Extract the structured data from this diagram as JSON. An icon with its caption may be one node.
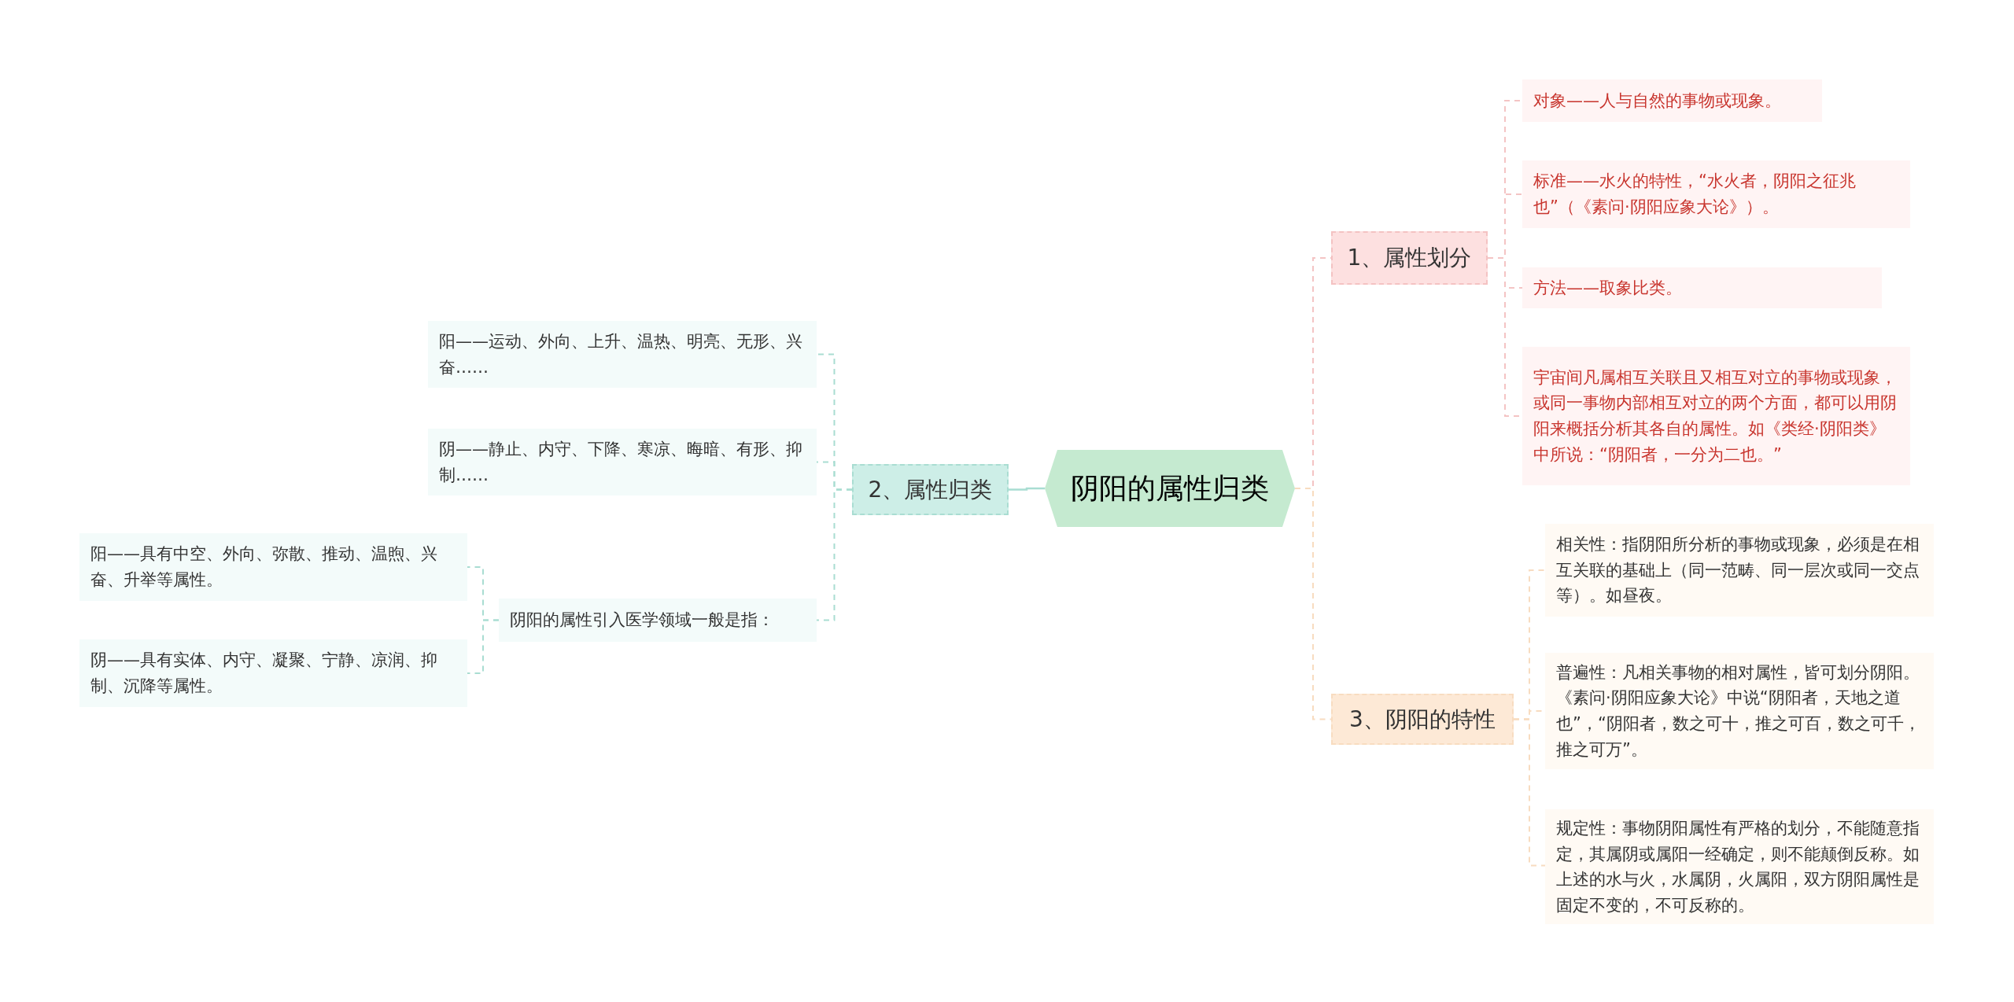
{
  "diagram": {
    "nodes": [
      {
        "text": [
          "阴阳的属性归类"
        ]
      },
      {
        "text": [
          "1、属性划分"
        ]
      },
      {
        "text": [
          "对象——人与自然的事物或现象。"
        ]
      },
      {
        "text": [
          "标准——水火的特性，“水火者，阴阳之征兆也”（《素问·阴阳应象大论》）。"
        ]
      },
      {
        "text": [
          "方法——取象比类。"
        ]
      },
      {
        "text": [
          "宇宙间凡属相互关联且又相互对立的事物或现象，或同一事物内部相互对立的两个方面，都可以用阴阳来概括分析其各自的属性。如《类经·阴阳类》中所说：“阴阳者，一分为二也。”"
        ]
      },
      {
        "text": [
          "2、属性归类"
        ]
      },
      {
        "text": [
          "阳——运动、外向、上升、温热、明亮、无形、兴奋……"
        ]
      },
      {
        "text": [
          "阴——静止、内守、下降、寒凉、晦暗、有形、抑制……"
        ]
      },
      {
        "text": [
          "阴阳的属性引入医学领域一般是指："
        ]
      },
      {
        "text": [
          "阳——具有中空、外向、弥散、推动、温煦、兴奋、升举等属性。"
        ]
      },
      {
        "text": [
          "阴——具有实体、内守、凝聚、宁静、凉润、抑制、沉降等属性。"
        ]
      },
      {
        "text": [
          "3、阴阳的特性"
        ]
      },
      {
        "text": [
          "相关性：指阴阳所分析的事物或现象，必须是在相互关联的基础上（同一范畴、同一层次或同一交点等）。如昼夜。"
        ]
      },
      {
        "text": [
          "普遍性：凡相关事物的相对属性，皆可划分阴阳。《素问·阴阳应象大论》中说“阴阳者，天地之道也”，“阴阳者，数之可十，推之可百，数之可千，推之可万”。"
        ]
      },
      {
        "text": [
          "规定性：事物阴阳属性有严格的划分，不能随意指定，其属阴或属阳一经确定，则不能颠倒反称。如上述的水与火，水属阴，火属阳，双方阴阳属性是固定不变的，不可反称的。"
        ]
      }
    ],
    "edges": [
      {
        "from": 0,
        "to": 1,
        "arrow": "none",
        "style": "dashed",
        "color": "#f4c4c4"
      },
      {
        "from": 1,
        "to": 2,
        "arrow": "none",
        "style": "dashed",
        "color": "#f4c4c4"
      },
      {
        "from": 1,
        "to": 3,
        "arrow": "none",
        "style": "dashed",
        "color": "#f4c4c4"
      },
      {
        "from": 1,
        "to": 4,
        "arrow": "none",
        "style": "dashed",
        "color": "#f4c4c4"
      },
      {
        "from": 1,
        "to": 5,
        "arrow": "none",
        "style": "dashed",
        "color": "#f4c4c4"
      },
      {
        "from": 0,
        "to": 6,
        "arrow": "none"
      },
      {
        "from": 6,
        "to": 7,
        "arrow": "none",
        "style": "dashed"
      },
      {
        "from": 6,
        "to": 8,
        "arrow": "none",
        "style": "dashed"
      },
      {
        "from": 6,
        "to": 9,
        "arrow": "none",
        "style": "dashed"
      },
      {
        "from": 9,
        "to": 10,
        "arrow": "none",
        "style": "dashed"
      },
      {
        "from": 9,
        "to": 11,
        "arrow": "none",
        "style": "dashed"
      },
      {
        "from": 0,
        "to": 12,
        "arrow": "none",
        "style": "dashed",
        "color": "#f8dcc0"
      },
      {
        "from": 12,
        "to": 13,
        "arrow": "none",
        "style": "dashed",
        "color": "#f8dcc0"
      },
      {
        "from": 12,
        "to": 14,
        "arrow": "none",
        "style": "dashed",
        "color": "#f8dcc0"
      },
      {
        "from": 12,
        "to": 15,
        "arrow": "none",
        "style": "dashed",
        "color": "#f8dcc0"
      }
    ]
  }
}
